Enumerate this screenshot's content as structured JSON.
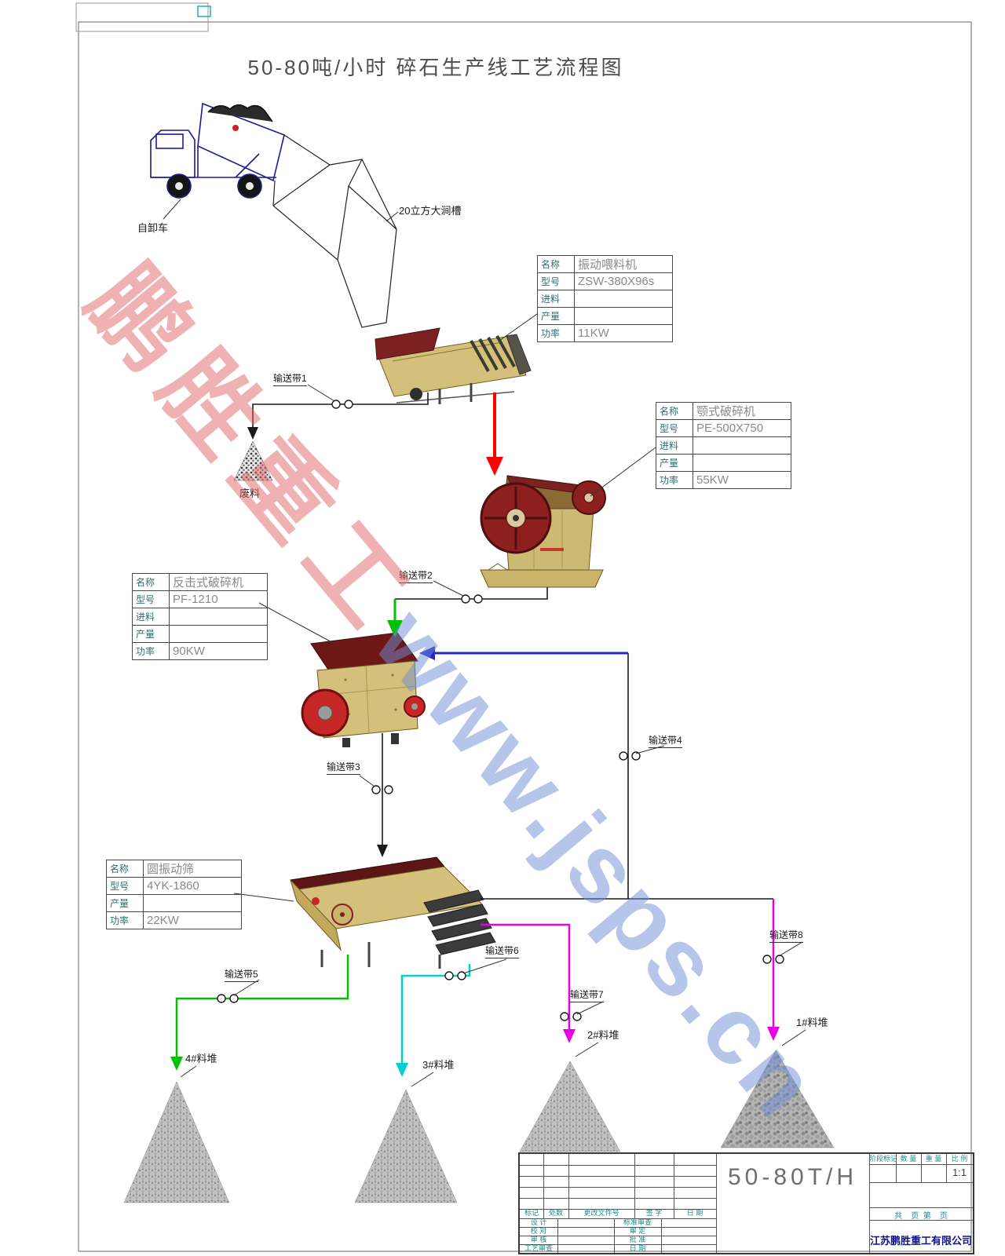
{
  "page": {
    "title": "50-80吨/小时  碎石生产线工艺流程图"
  },
  "labels": {
    "truck": "自卸车",
    "hopper": "20立方大涧槽",
    "waste": "废料",
    "belt1": "输送带1",
    "belt2": "输送带2",
    "belt3": "输送带3",
    "belt4": "输送带4",
    "belt5": "输送带5",
    "belt6": "输送带6",
    "belt7": "输送带7",
    "belt8": "输送带8",
    "pile1": "1#料堆",
    "pile2": "2#料堆",
    "pile3": "3#料堆",
    "pile4": "4#料堆"
  },
  "spec_tables": {
    "feeder": {
      "rows": [
        {
          "k": "名称",
          "v": "振动喂料机"
        },
        {
          "k": "型号",
          "v": "ZSW-380X96s"
        },
        {
          "k": "进料",
          "v": ""
        },
        {
          "k": "产量",
          "v": ""
        },
        {
          "k": "功率",
          "v": "11KW"
        }
      ]
    },
    "jaw_crusher": {
      "rows": [
        {
          "k": "名称",
          "v": "颚式破碎机"
        },
        {
          "k": "型号",
          "v": "PE-500X750"
        },
        {
          "k": "进料",
          "v": ""
        },
        {
          "k": "产量",
          "v": ""
        },
        {
          "k": "功率",
          "v": "55KW"
        }
      ]
    },
    "impact_crusher": {
      "rows": [
        {
          "k": "名称",
          "v": "反击式破碎机"
        },
        {
          "k": "型号",
          "v": "PF-1210"
        },
        {
          "k": "进料",
          "v": ""
        },
        {
          "k": "产量",
          "v": ""
        },
        {
          "k": "功率",
          "v": "90KW"
        }
      ]
    },
    "screen": {
      "rows": [
        {
          "k": "名称",
          "v": "圆振动筛"
        },
        {
          "k": "型号",
          "v": "4YK-1860"
        },
        {
          "k": "产量",
          "v": ""
        },
        {
          "k": "功率",
          "v": "22KW"
        }
      ]
    }
  },
  "title_block": {
    "model": "50-80T/H",
    "stage_header": [
      "阶段标记",
      "数 量",
      "重 量",
      "比 例"
    ],
    "scale_value": "1:1",
    "sheet_info": "共    页  第    页",
    "company": "江苏鹏胜重工有限公司",
    "rev_headers": [
      "标记",
      "处数",
      "更改文件号",
      "签 字",
      "日 期"
    ],
    "roles_left": [
      "设 计",
      "校 对",
      "审 核",
      "工艺审查"
    ],
    "roles_right": [
      "标准审查",
      "审 定",
      "批 准",
      "日 期"
    ]
  },
  "watermark": {
    "cn": "鹏胜重工",
    "url": "www.jsps.cn"
  },
  "colors": {
    "feed_arrow_red": "#ff0000",
    "belt2_arrow_green": "#00c000",
    "return_arrow_blue": "#2828cc",
    "belt6_arrow_cyan": "#00d0d0",
    "belt78_arrow_magenta": "#e800e8",
    "watermark_red": "#e06565",
    "watermark_blue": "#6e8ed6",
    "machine_tan": "#d5c07b",
    "machine_dark_red": "#7c2121"
  }
}
